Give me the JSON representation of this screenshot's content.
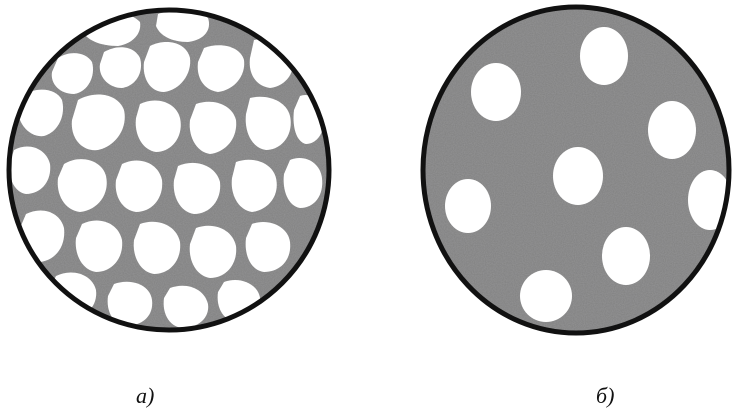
{
  "figures": [
    {
      "id": "a",
      "caption": "а)",
      "matrix_color": "#7f7f7f",
      "pore_color": "#ffffff",
      "rim_color": "#111111"
    },
    {
      "id": "b",
      "caption": "б)",
      "matrix_color": "#7f7f7f",
      "pore_color": "#ffffff",
      "rim_color": "#111111"
    }
  ]
}
